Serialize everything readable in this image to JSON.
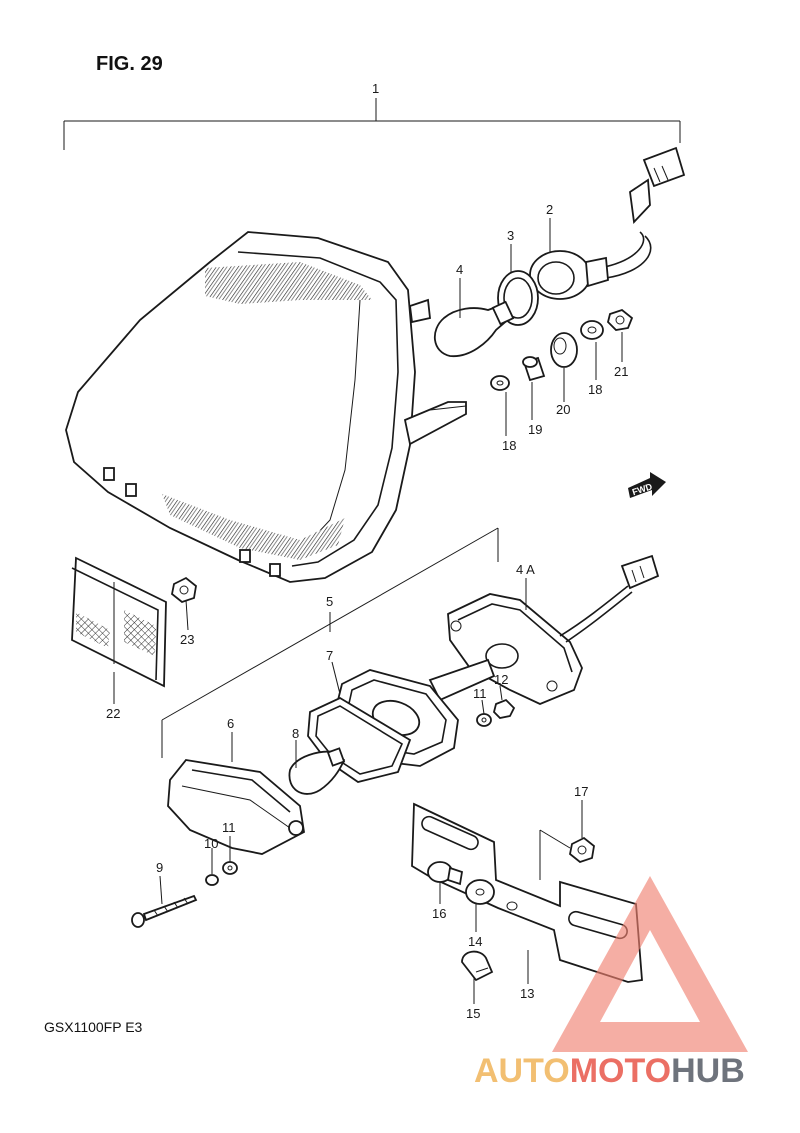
{
  "figure": {
    "title": "FIG. 29",
    "model": "GSX1100FP  E3"
  },
  "fwd_badge": "FWD",
  "watermark": {
    "part1": "AUTO",
    "part2": "MOTO",
    "part3": "HUB",
    "colors": {
      "auto": "#f0b45a",
      "moto": "#e8564a",
      "hub": "#555b66",
      "triangle": "#f08070"
    }
  },
  "callouts": [
    "1",
    "2",
    "3",
    "4",
    "18",
    "19",
    "20",
    "18",
    "21",
    "4 A",
    "5",
    "7",
    "12",
    "11",
    "6",
    "8",
    "23",
    "22",
    "17",
    "11",
    "10",
    "9",
    "16",
    "14",
    "13",
    "15"
  ]
}
